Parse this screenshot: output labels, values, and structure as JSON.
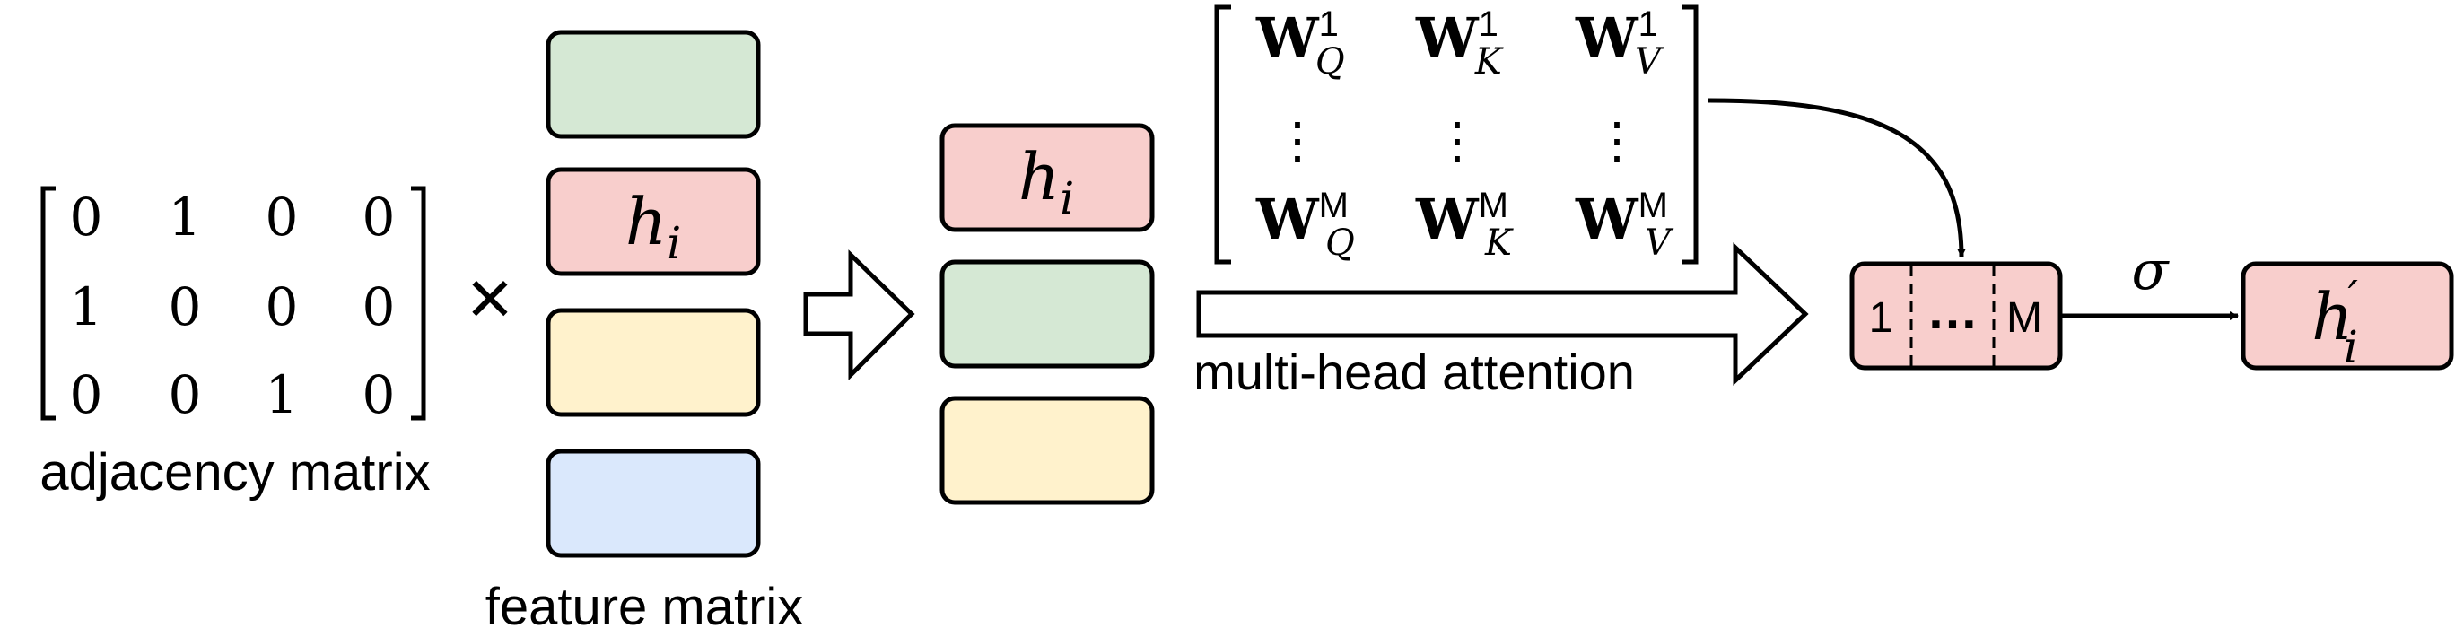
{
  "adjacency": {
    "label": "adjacency matrix",
    "rows": [
      [
        "0",
        "1",
        "0",
        "0"
      ],
      [
        "1",
        "0",
        "0",
        "0"
      ],
      [
        "0",
        "0",
        "1",
        "0"
      ]
    ]
  },
  "operator": "×",
  "feature": {
    "label": "feature matrix",
    "rows": [
      {
        "fill": "#d5e8d4",
        "text": ""
      },
      {
        "fill": "#f8cecc",
        "text": "h",
        "sub": "i"
      },
      {
        "fill": "#fff2cc",
        "text": ""
      },
      {
        "fill": "#dae8fc",
        "text": ""
      }
    ]
  },
  "selected": {
    "rows": [
      {
        "fill": "#f8cecc",
        "text": "h",
        "sub": "i"
      },
      {
        "fill": "#d5e8d4",
        "text": ""
      },
      {
        "fill": "#fff2cc",
        "text": ""
      }
    ]
  },
  "weights": {
    "symbol": "W",
    "head_first": "1",
    "head_last": "M",
    "subs": [
      "Q",
      "K",
      "V"
    ],
    "vdots": "⋮"
  },
  "attention": {
    "label": "multi-head attention"
  },
  "concat": {
    "fill": "#f8cecc",
    "first": "1",
    "dots": "…",
    "last": "M"
  },
  "activation": "σ",
  "output": {
    "fill": "#f8cecc",
    "text": "h",
    "prime": "′",
    "sub": "i"
  }
}
